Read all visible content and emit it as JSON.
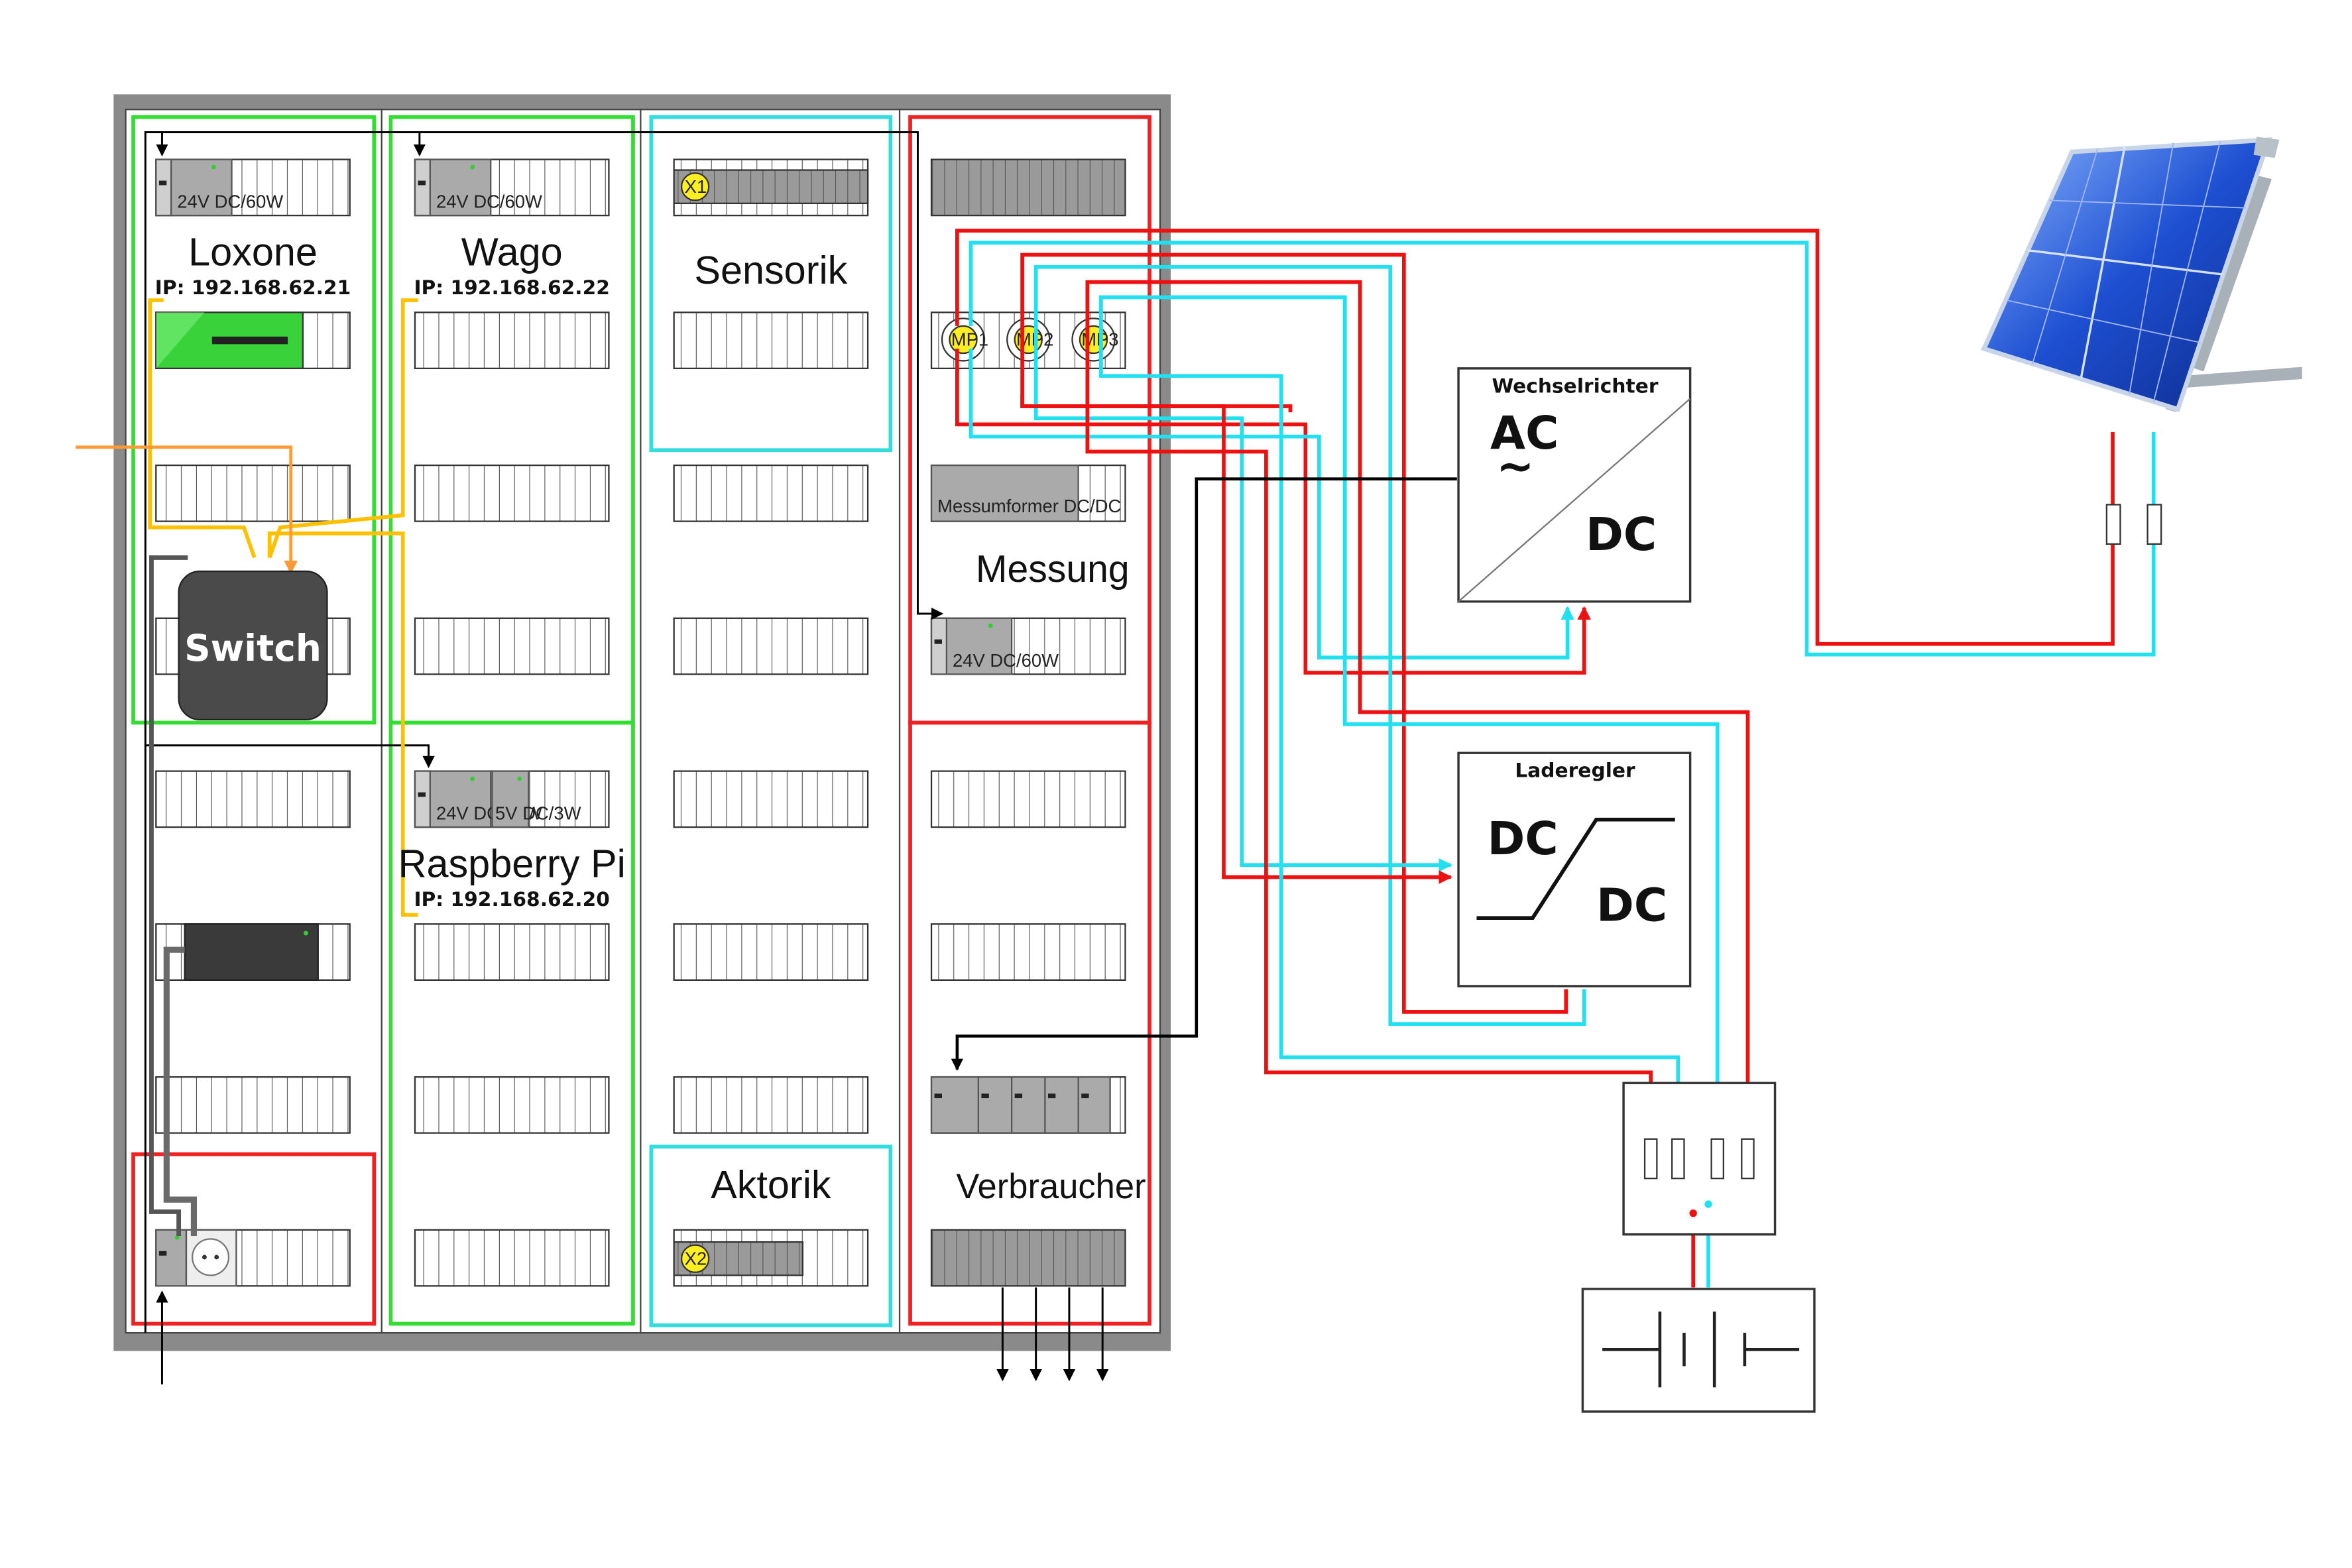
{
  "cabinet": {
    "loxone": {
      "title": "Loxone",
      "ip": "IP: 192.168.62.21"
    },
    "wago": {
      "title": "Wago",
      "ip": "IP: 192.168.62.22"
    },
    "raspberry": {
      "title": "Raspberry Pi",
      "ip": "IP: 192.168.62.20"
    },
    "sensorik": {
      "title": "Sensorik",
      "tag": "X1"
    },
    "aktorik": {
      "title": "Aktorik",
      "tag": "X2"
    },
    "messung": {
      "title": "Messung",
      "mp": [
        "MP1",
        "MP2",
        "MP3"
      ]
    },
    "verbraucher": {
      "title": "Verbraucher"
    },
    "switch": {
      "label": "Switch"
    },
    "psu": {
      "label": "24V DC/60W",
      "label2": "5V DC/3W"
    },
    "converter": {
      "label": "Messumformer DC/DC"
    }
  },
  "inverter": {
    "title": "Wechselrichter",
    "ac": "AC",
    "ac_symbol": "~",
    "dc": "DC"
  },
  "charger": {
    "title": "Laderegler",
    "dc_in": "DC",
    "dc_out": "DC"
  },
  "colors": {
    "loxone": "#33dd33",
    "wago": "#33dd33",
    "sensorik": "#33dddd",
    "messung": "#ee2222",
    "wire_pos": "#ee1111",
    "wire_neg": "#22e0f0",
    "network": "#ffc000",
    "uplink": "#ff9933",
    "cabinet": "#888888"
  },
  "icons": [
    "solar-panel-icon",
    "battery-icon",
    "fuse-icon",
    "socket-icon"
  ]
}
